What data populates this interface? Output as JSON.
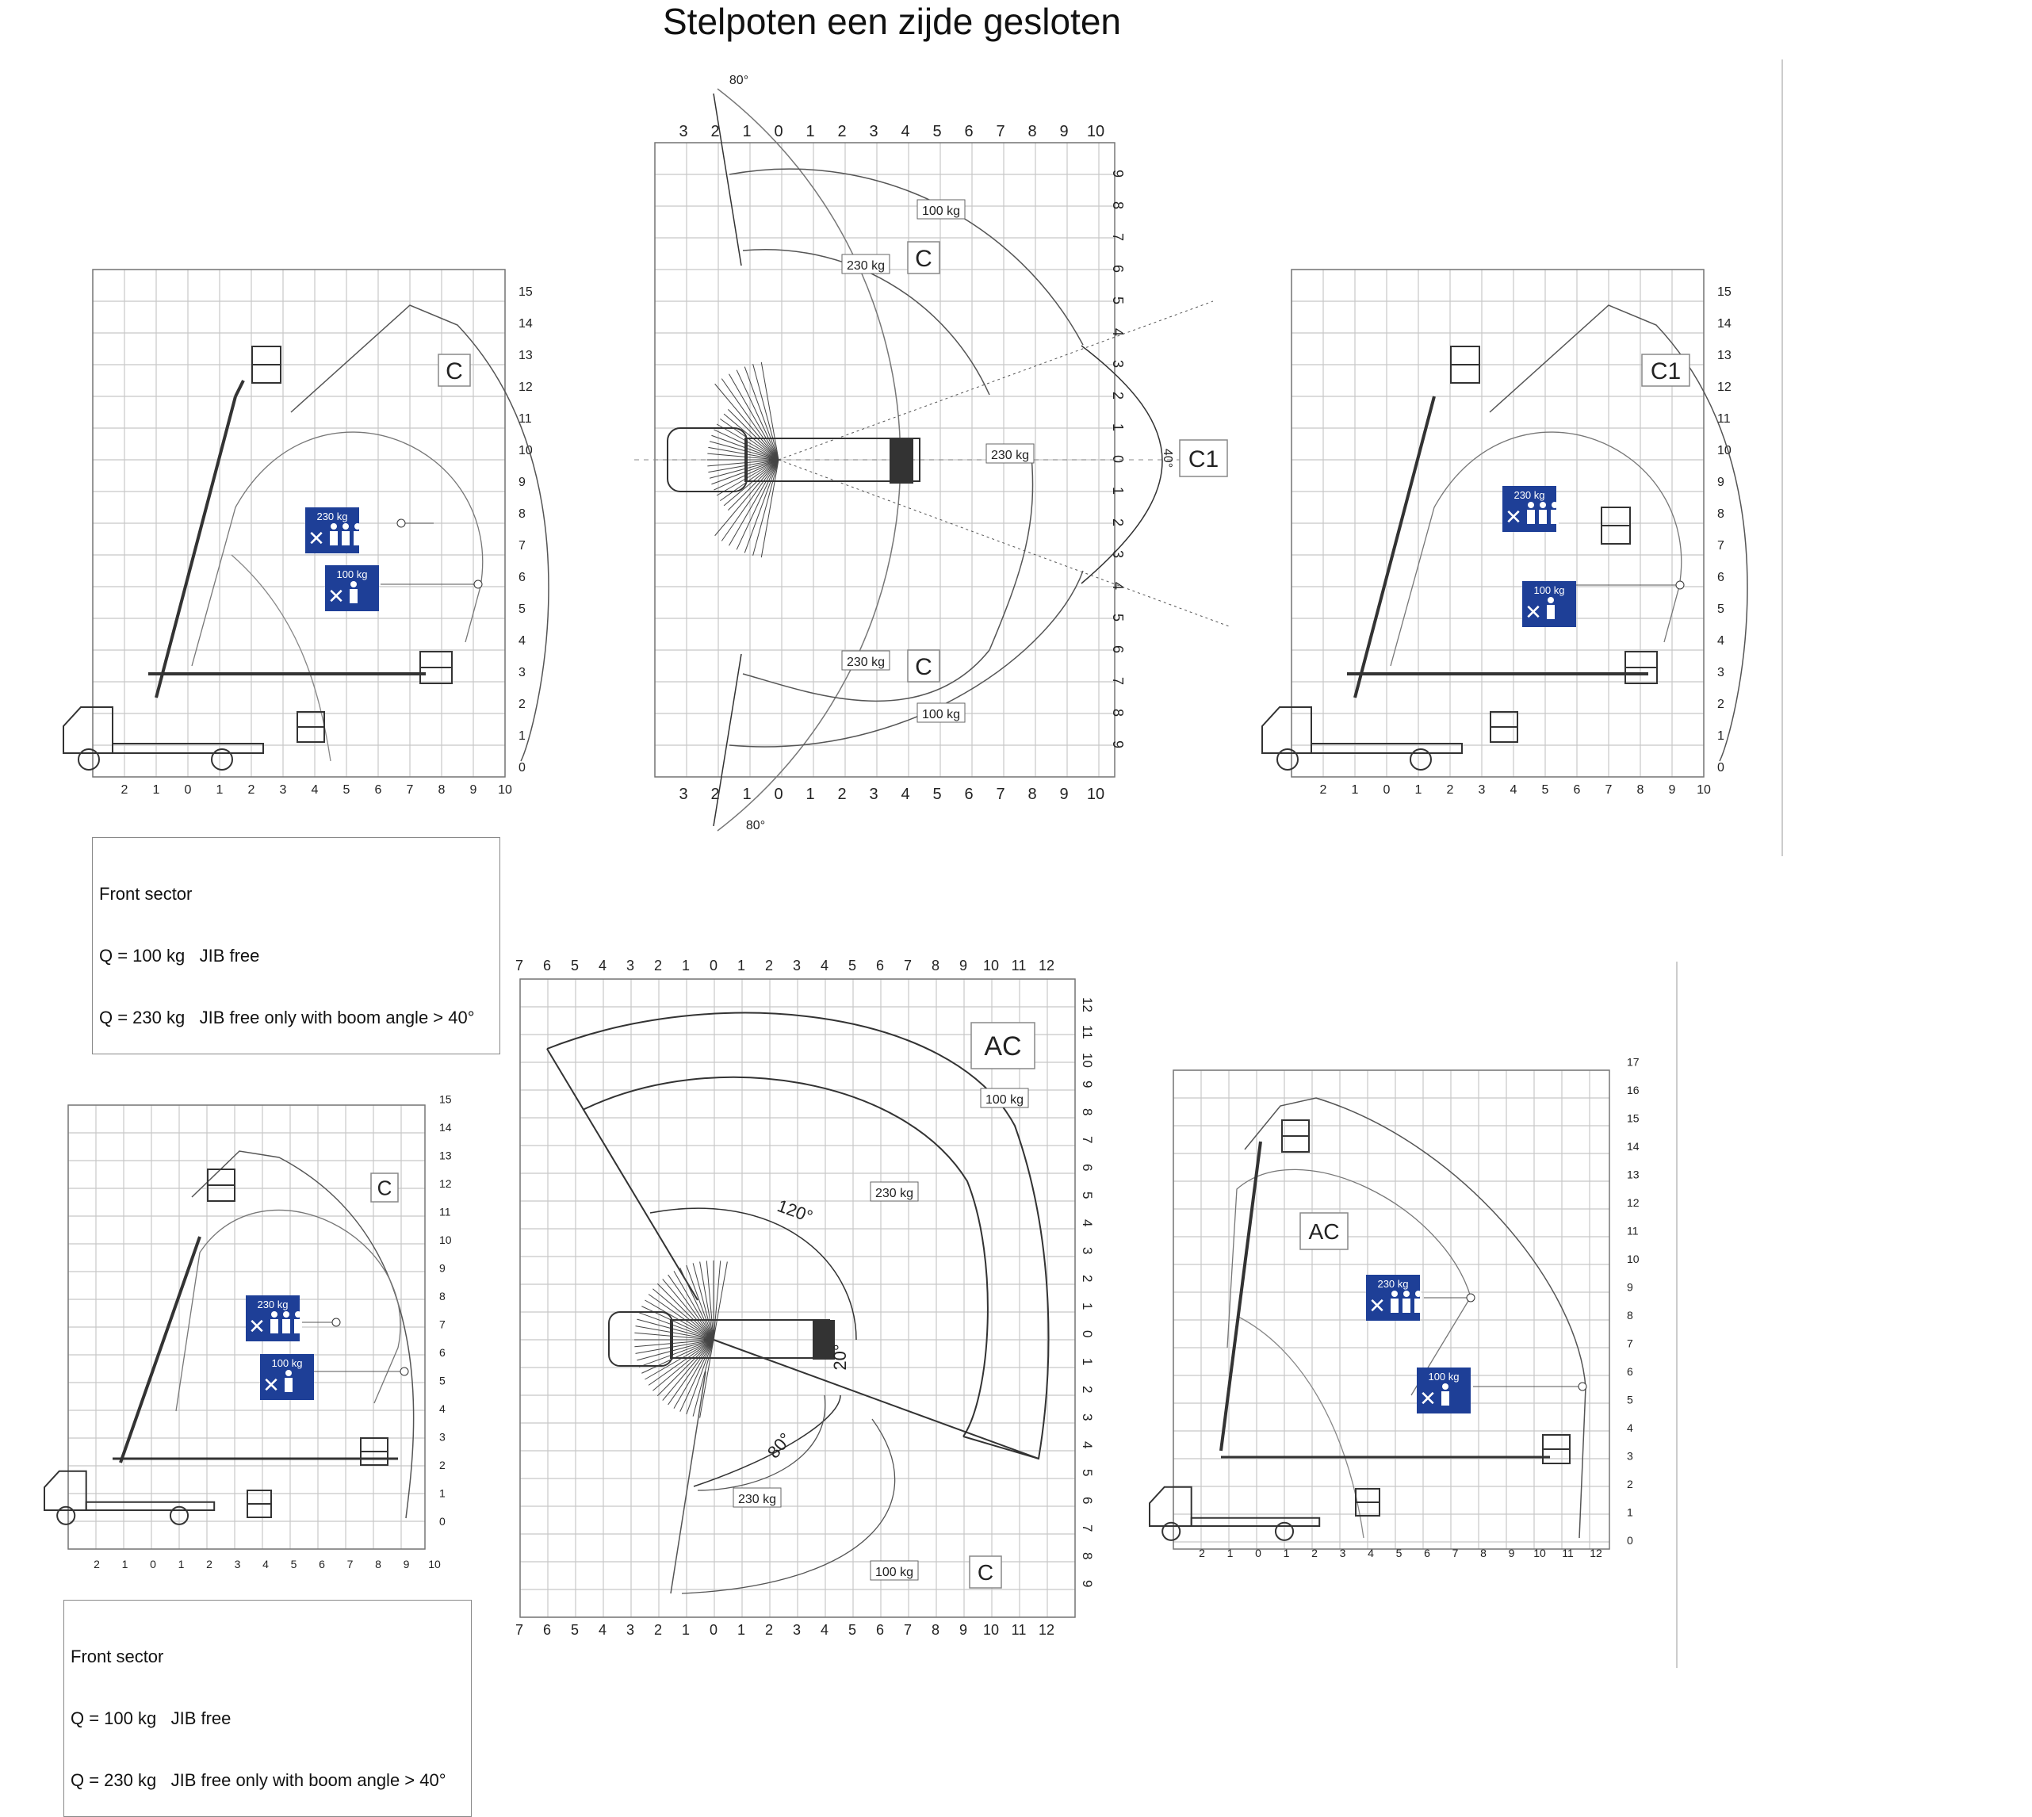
{
  "title": "Stelpoten een zijde gesloten",
  "panels": {
    "side_front": {
      "label": "C",
      "x_ticks": [
        "2",
        "1",
        "0",
        "1",
        "2",
        "3",
        "4",
        "5",
        "6",
        "7",
        "8",
        "9",
        "10"
      ],
      "y_ticks": [
        "0",
        "1",
        "2",
        "3",
        "4",
        "5",
        "6",
        "7",
        "8",
        "9",
        "10",
        "11",
        "12",
        "13",
        "14",
        "15"
      ],
      "badge_230": "230 kg",
      "badge_100": "100 kg"
    },
    "top_front": {
      "label_top": "C",
      "label_bottom": "C",
      "label_right": "C1",
      "angle_top": "80°",
      "angle_bottom": "80°",
      "angle_right": "40°",
      "x_ticks": [
        "3",
        "2",
        "1",
        "0",
        "1",
        "2",
        "3",
        "4",
        "5",
        "6",
        "7",
        "8",
        "9",
        "10"
      ],
      "y_ticks": [
        "9",
        "8",
        "7",
        "6",
        "5",
        "4",
        "3",
        "2",
        "1",
        "0",
        "1",
        "2",
        "3",
        "4",
        "5",
        "6",
        "7",
        "8",
        "9"
      ],
      "load_100_top": "100 kg",
      "load_230_top": "230 kg",
      "load_230_right": "230 kg",
      "load_230_bottom": "230 kg",
      "load_100_bottom": "100 kg"
    },
    "side_c1": {
      "label": "C1",
      "x_ticks": [
        "2",
        "1",
        "0",
        "1",
        "2",
        "3",
        "4",
        "5",
        "6",
        "7",
        "8",
        "9",
        "10"
      ],
      "y_ticks": [
        "0",
        "1",
        "2",
        "3",
        "4",
        "5",
        "6",
        "7",
        "8",
        "9",
        "10",
        "11",
        "12",
        "13",
        "14",
        "15"
      ],
      "badge_230": "230 kg",
      "badge_100": "100 kg"
    },
    "side_c_bottom": {
      "label": "C",
      "x_ticks": [
        "2",
        "1",
        "0",
        "1",
        "2",
        "3",
        "4",
        "5",
        "6",
        "7",
        "8",
        "9",
        "10"
      ],
      "y_ticks": [
        "0",
        "1",
        "2",
        "3",
        "4",
        "5",
        "6",
        "7",
        "8",
        "9",
        "10",
        "11",
        "12",
        "13",
        "14",
        "15"
      ],
      "badge_230": "230 kg",
      "badge_100": "100 kg"
    },
    "top_ac": {
      "label_ac": "AC",
      "label_c": "C",
      "angle_120": "120°",
      "angle_20": "20°",
      "angle_80": "80°",
      "x_ticks": [
        "7",
        "6",
        "5",
        "4",
        "3",
        "2",
        "1",
        "0",
        "1",
        "2",
        "3",
        "4",
        "5",
        "6",
        "7",
        "8",
        "9",
        "10",
        "11",
        "12"
      ],
      "y_ticks": [
        "12",
        "11",
        "10",
        "9",
        "8",
        "7",
        "6",
        "5",
        "4",
        "3",
        "2",
        "1",
        "0",
        "1",
        "2",
        "3",
        "4",
        "5",
        "6",
        "7",
        "8",
        "9"
      ],
      "load_100_top": "100 kg",
      "load_230_top": "230 kg",
      "load_230_bottom": "230 kg",
      "load_100_bottom": "100 kg"
    },
    "side_ac": {
      "label": "AC",
      "x_ticks": [
        "2",
        "1",
        "0",
        "1",
        "2",
        "3",
        "4",
        "5",
        "6",
        "7",
        "8",
        "9",
        "10",
        "11",
        "12"
      ],
      "y_ticks": [
        "0",
        "1",
        "2",
        "3",
        "4",
        "5",
        "6",
        "7",
        "8",
        "9",
        "10",
        "11",
        "12",
        "13",
        "14",
        "15",
        "16",
        "17"
      ],
      "badge_230": "230 kg",
      "badge_100": "100 kg"
    }
  },
  "legend_top": {
    "line1": "Front sector",
    "line2": "Q = 100 kg   JIB free",
    "line3": "Q = 230 kg   JIB free only with boom angle > 40°"
  },
  "legend_bottom": {
    "line1": "Front sector",
    "line2": "Q = 100 kg   JIB free",
    "line3": "Q = 230 kg   JIB free only with boom angle > 40°"
  },
  "colors": {
    "badge_blue": "#1e3f97",
    "grid": "#c8c8c8",
    "ink": "#222222"
  }
}
